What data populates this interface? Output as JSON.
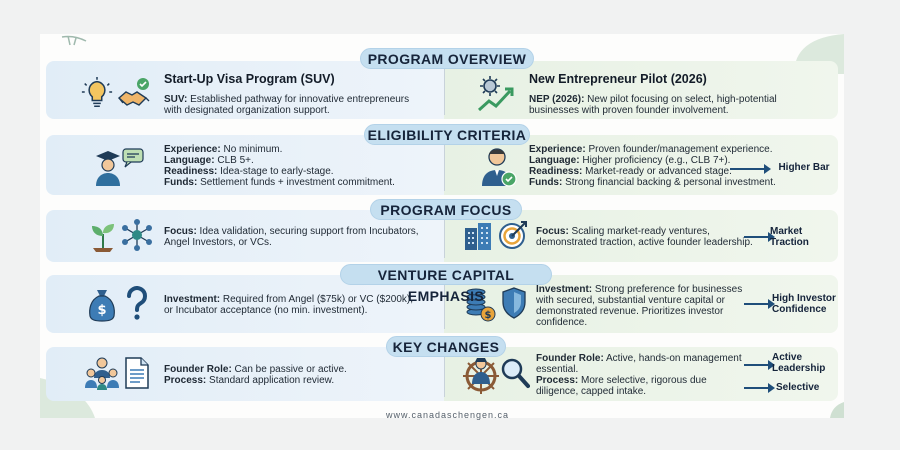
{
  "footer": "www.canadaschengen.ca",
  "sections": [
    {
      "title": "PROGRAM OVERVIEW",
      "left": {
        "heading": "Start-Up Visa Program (SUV)",
        "lines": [
          {
            "label": "SUV:",
            "text": " Established pathway for innovative entrepreneurs"
          },
          {
            "label": "",
            "text": "with designated organization support."
          }
        ]
      },
      "right": {
        "heading": "New Entrepreneur Pilot (2026)",
        "lines": [
          {
            "label": "NEP (2026):",
            "text": " New pilot focusing on select, high-potential"
          },
          {
            "label": "",
            "text": "businesses with proven founder involvement."
          }
        ]
      }
    },
    {
      "title": "ELIGIBILITY CRITERIA",
      "left": {
        "lines": [
          {
            "label": "Experience:",
            "text": " No minimum."
          },
          {
            "label": "Language:",
            "text": " CLB 5+."
          },
          {
            "label": "Readiness:",
            "text": " Idea-stage to early-stage."
          },
          {
            "label": "Funds:",
            "text": " Settlement funds + investment commitment."
          }
        ]
      },
      "right": {
        "lines": [
          {
            "label": "Experience:",
            "text": " Proven founder/management experience."
          },
          {
            "label": "Language:",
            "text": " Higher proficiency (e.g., CLB 7+)."
          },
          {
            "label": "Readiness:",
            "text": " Market-ready or advanced stage."
          },
          {
            "label": "Funds:",
            "text": " Strong financial backing & personal investment."
          }
        ]
      },
      "outcomes": [
        "Higher Bar"
      ]
    },
    {
      "title": "PROGRAM FOCUS",
      "left": {
        "lines": [
          {
            "label": "Focus:",
            "text": " Idea validation, securing support from Incubators,"
          },
          {
            "label": "",
            "text": "Angel Investors, or VCs."
          }
        ]
      },
      "right": {
        "lines": [
          {
            "label": "Focus:",
            "text": " Scaling market-ready ventures,"
          },
          {
            "label": "",
            "text": "demonstrated traction, active founder leadership."
          }
        ]
      },
      "outcomes": [
        "Market\nTraction"
      ]
    },
    {
      "title": "VENTURE CAPITAL EMPHASIS",
      "left": {
        "lines": [
          {
            "label": "Investment:",
            "text": " Required from Angel ($75k) or VC ($200k),"
          },
          {
            "label": "",
            "text": "or Incubator acceptance (no min. investment)."
          }
        ]
      },
      "right": {
        "lines": [
          {
            "label": "Investment:",
            "text": " Strong preference for businesses"
          },
          {
            "label": "",
            "text": "with secured, substantial venture capital or"
          },
          {
            "label": "",
            "text": "demonstrated revenue. Prioritizes investor"
          },
          {
            "label": "",
            "text": "confidence."
          }
        ]
      },
      "outcomes": [
        "High Investor\nConfidence"
      ]
    },
    {
      "title": "KEY CHANGES",
      "left": {
        "lines": [
          {
            "label": "Founder Role:",
            "text": " Can be passive or active."
          },
          {
            "label": "Process:",
            "text": " Standard application review."
          }
        ]
      },
      "right": {
        "lines": [
          {
            "label": "Founder Role:",
            "text": " Active, hands-on management"
          },
          {
            "label": "",
            "text": "essential."
          },
          {
            "label": "Process:",
            "text": " More selective, rigorous due"
          },
          {
            "label": "",
            "text": "diligence, capped intake."
          }
        ]
      },
      "outcomes": [
        "Active\nLeadership",
        "Selective"
      ]
    }
  ],
  "icons": {
    "overview_left": [
      "lightbulb-icon",
      "handshake-icon"
    ],
    "overview_right": [
      "gear-growth-icon"
    ],
    "eligibility_left": [
      "graduate-speech-icon"
    ],
    "eligibility_right": [
      "manager-check-icon"
    ],
    "focus_left": [
      "seedling-icon",
      "network-icon"
    ],
    "focus_right": [
      "buildings-icon",
      "target-icon"
    ],
    "vc_left": [
      "money-bag-icon",
      "question-icon"
    ],
    "vc_right": [
      "coins-icon",
      "shield-icon"
    ],
    "changes_left": [
      "team-icon",
      "document-icon"
    ],
    "changes_right": [
      "captain-wheel-icon",
      "magnifier-icon"
    ]
  },
  "colors": {
    "pill": "#c5dff0",
    "left_panel": "#e1edf7",
    "right_panel": "#e7f1e4",
    "accent_navy": "#1f4e7a",
    "accent_teal": "#2f8a85",
    "accent_orange": "#e8a43a"
  }
}
